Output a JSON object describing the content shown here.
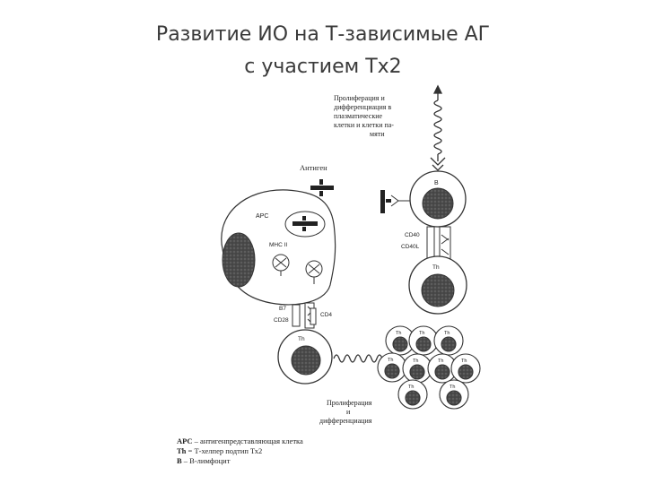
{
  "slide": {
    "title_line1": "Развитие ИО на Т-зависимые АГ",
    "title_line2": "с участием Тх2"
  },
  "diagram": {
    "top_caption": [
      "Пролиферация и",
      "дифференциация в",
      "плазматические",
      "клетки и клетки па-",
      "мяти"
    ],
    "antigen_label": "Антиген",
    "apc_label": "APC",
    "mhc_label": "MHC II",
    "b7_label": "B7",
    "cd28_label": "CD28",
    "cd4_label": "CD4",
    "th_label": "Th",
    "b_label": "B",
    "cd40_label": "CD40",
    "cd40l_label": "CD40L",
    "bottom_caption": [
      "Пролиферация",
      "и",
      "дифференциация"
    ]
  },
  "legend": {
    "apc_abbr": "APC",
    "apc_text": " – антигенпредставляющая клетка",
    "th_abbr": "Th",
    "th_text": " = Т-хелпер подтип Тх2",
    "b_abbr": "B",
    "b_text": " – В-лимфоцит"
  }
}
